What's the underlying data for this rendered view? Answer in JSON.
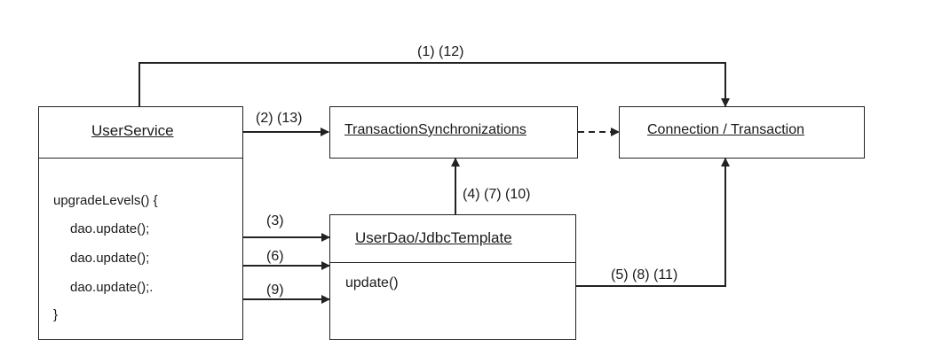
{
  "boxes": {
    "user_service": {
      "title": "UserService",
      "code": [
        "upgradeLevels() {",
        "dao.update();",
        "dao.update();",
        "dao.update();.",
        "}"
      ]
    },
    "transaction_sync": {
      "title": "TransactionSynchronizations"
    },
    "connection": {
      "title": "Connection / Transaction"
    },
    "user_dao": {
      "title": "UserDao/JdbcTemplate",
      "method": "update()"
    }
  },
  "edges": {
    "top": "(1) (12)",
    "service_to_sync": "(2) (13)",
    "call_1": "(3)",
    "call_2": "(6)",
    "call_3": "(9)",
    "dao_to_sync": "(4) (7) (10)",
    "dao_to_conn": "(5) (8) (11)"
  }
}
